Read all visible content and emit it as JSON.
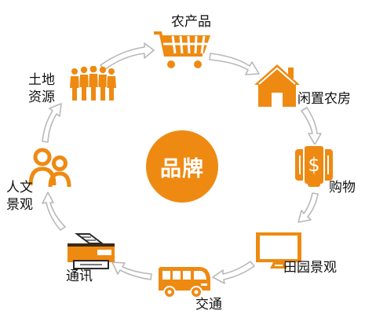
{
  "colors": {
    "orange": "#EE8A12",
    "arrow": "#B8B8B8",
    "dark": "#2a2a2a"
  },
  "center": {
    "label": "品牌"
  },
  "nodes": [
    {
      "id": "farm-products",
      "label": "农产品",
      "icon": "shopping-cart-icon"
    },
    {
      "id": "idle-farmhouse",
      "label": "闲置农房",
      "icon": "house-icon"
    },
    {
      "id": "shopping",
      "label": "购物",
      "icon": "wallet-dollar-icon"
    },
    {
      "id": "pastoral-scenery",
      "label": "田园景观",
      "icon": "monitor-icon"
    },
    {
      "id": "transport",
      "label": "交通",
      "icon": "bus-icon"
    },
    {
      "id": "communication",
      "label": "通讯",
      "icon": "fax-printer-icon"
    },
    {
      "id": "cultural-landscape",
      "label_lines": [
        "人文",
        "景观"
      ],
      "icon": "people-icon"
    },
    {
      "id": "land-resources",
      "label_lines": [
        "土地",
        "资源"
      ],
      "icon": "crowd-icon"
    }
  ]
}
